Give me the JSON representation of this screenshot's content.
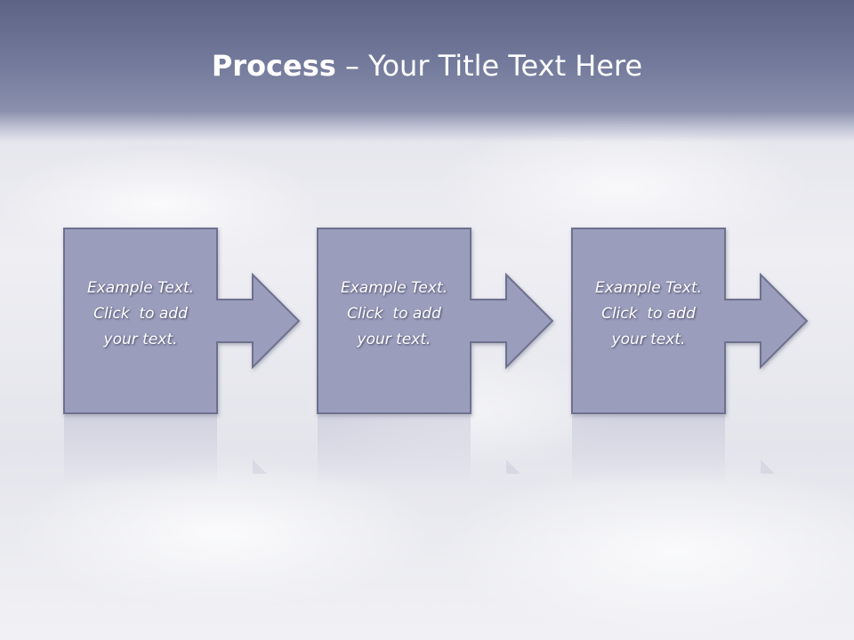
{
  "slide": {
    "title_bold": "Process",
    "title_rest": " – Your Title Text Here"
  },
  "steps": [
    {
      "line1": "Example Text.",
      "line2": "Click  to add",
      "line3": "your text."
    },
    {
      "line1": "Example Text.",
      "line2": "Click  to add",
      "line3": "your text."
    },
    {
      "line1": "Example Text.",
      "line2": "Click  to add",
      "line3": "your text."
    }
  ],
  "colors": {
    "shape_fill": "#9a9dbb",
    "shape_stroke": "#6d718e",
    "title_band": "#6e7496",
    "text": "#ffffff"
  }
}
